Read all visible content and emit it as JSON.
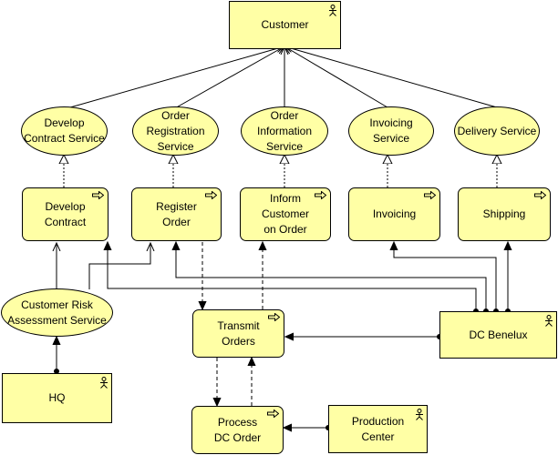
{
  "nodes": {
    "customer": {
      "label": "Customer",
      "kind": "actor",
      "icon": "actor-icon"
    },
    "develop_contract_service": {
      "label": "Develop\nContract Service",
      "kind": "service"
    },
    "order_registration_service": {
      "label": "Order\nRegistration\nService",
      "kind": "service"
    },
    "order_information_service": {
      "label": "Order\nInformation\nService",
      "kind": "service"
    },
    "invoicing_service": {
      "label": "Invoicing\nService",
      "kind": "service"
    },
    "delivery_service": {
      "label": "Delivery Service",
      "kind": "service"
    },
    "develop_contract": {
      "label": "Develop\nContract",
      "kind": "process",
      "icon": "process-arrow-icon"
    },
    "register_order": {
      "label": "Register\nOrder",
      "kind": "process",
      "icon": "process-arrow-icon"
    },
    "inform_customer": {
      "label": "Inform\nCustomer\non Order",
      "kind": "process",
      "icon": "process-arrow-icon"
    },
    "invoicing": {
      "label": "Invoicing",
      "kind": "process",
      "icon": "process-arrow-icon"
    },
    "shipping": {
      "label": "Shipping",
      "kind": "process",
      "icon": "process-arrow-icon"
    },
    "customer_risk": {
      "label": "Customer Risk\nAssessment Service",
      "kind": "service"
    },
    "transmit_orders": {
      "label": "Transmit\nOrders",
      "kind": "process",
      "icon": "process-arrow-icon"
    },
    "dc_benelux": {
      "label": "DC Benelux",
      "kind": "actor",
      "icon": "actor-icon"
    },
    "hq": {
      "label": "HQ",
      "kind": "actor",
      "icon": "actor-icon"
    },
    "process_dc_order": {
      "label": "Process\nDC Order",
      "kind": "process",
      "icon": "process-arrow-icon"
    },
    "production_center": {
      "label": "Production\nCenter",
      "kind": "actor",
      "icon": "actor-icon"
    }
  },
  "colors": {
    "fill": "#ffffa5",
    "stroke": "#000000"
  }
}
